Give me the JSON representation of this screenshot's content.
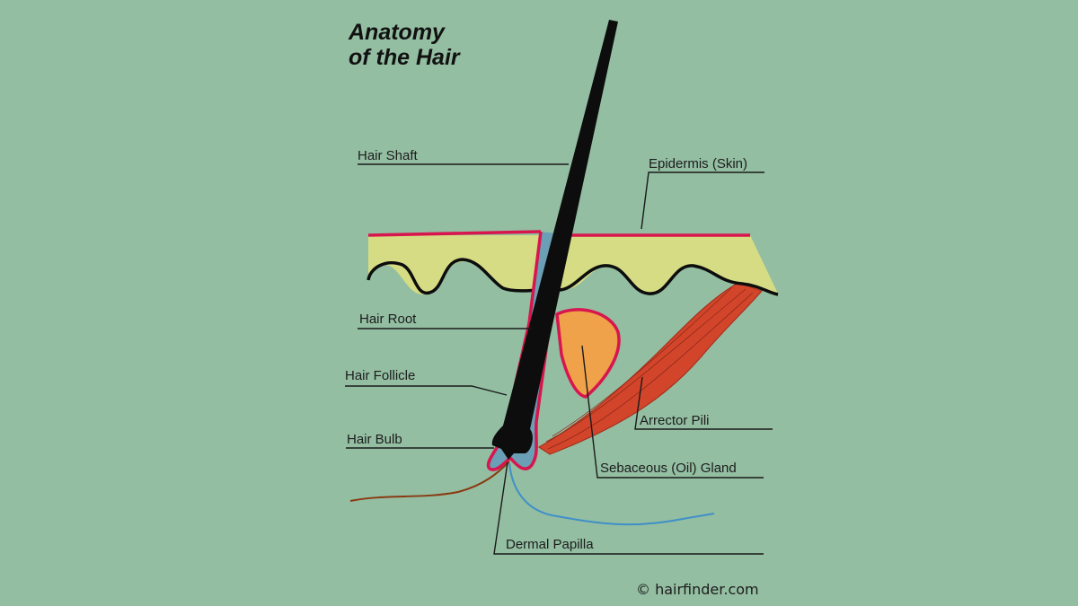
{
  "title": {
    "line1": "Anatomy",
    "line2": "of the Hair"
  },
  "labels": {
    "hair_shaft": "Hair Shaft",
    "epidermis": "Epidermis (Skin)",
    "hair_root": "Hair Root",
    "hair_follicle": "Hair Follicle",
    "arrector_pili": "Arrector Pili",
    "hair_bulb": "Hair Bulb",
    "sebaceous_gland": "Sebaceous (Oil) Gland",
    "dermal_papilla": "Dermal Papilla"
  },
  "credit": "© hairfinder.com",
  "colors": {
    "background": "#93bea2",
    "epidermis_fill": "#d6dc84",
    "skin_outline": "#d8164e",
    "follicle_fill": "#6a9fb5",
    "hair": "#0d0d0d",
    "sebaceous_gland": "#f0a24a",
    "arrector_pili": "#d2452b",
    "nerve_brown": "#8a3a12",
    "vessel_blue": "#3f8fc8"
  }
}
